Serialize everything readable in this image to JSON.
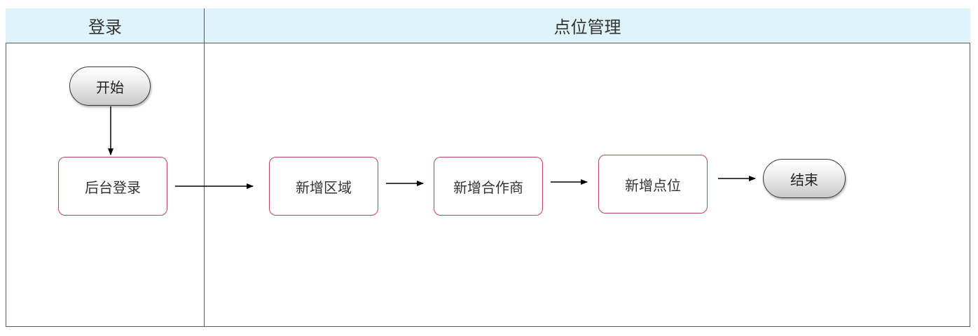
{
  "lanes": [
    {
      "title": "登录"
    },
    {
      "title": "点位管理"
    }
  ],
  "nodes": {
    "start": "开始",
    "login": "后台登录",
    "add_area": "新增区域",
    "add_partner": "新增合作商",
    "add_point": "新增点位",
    "end": "结束"
  }
}
